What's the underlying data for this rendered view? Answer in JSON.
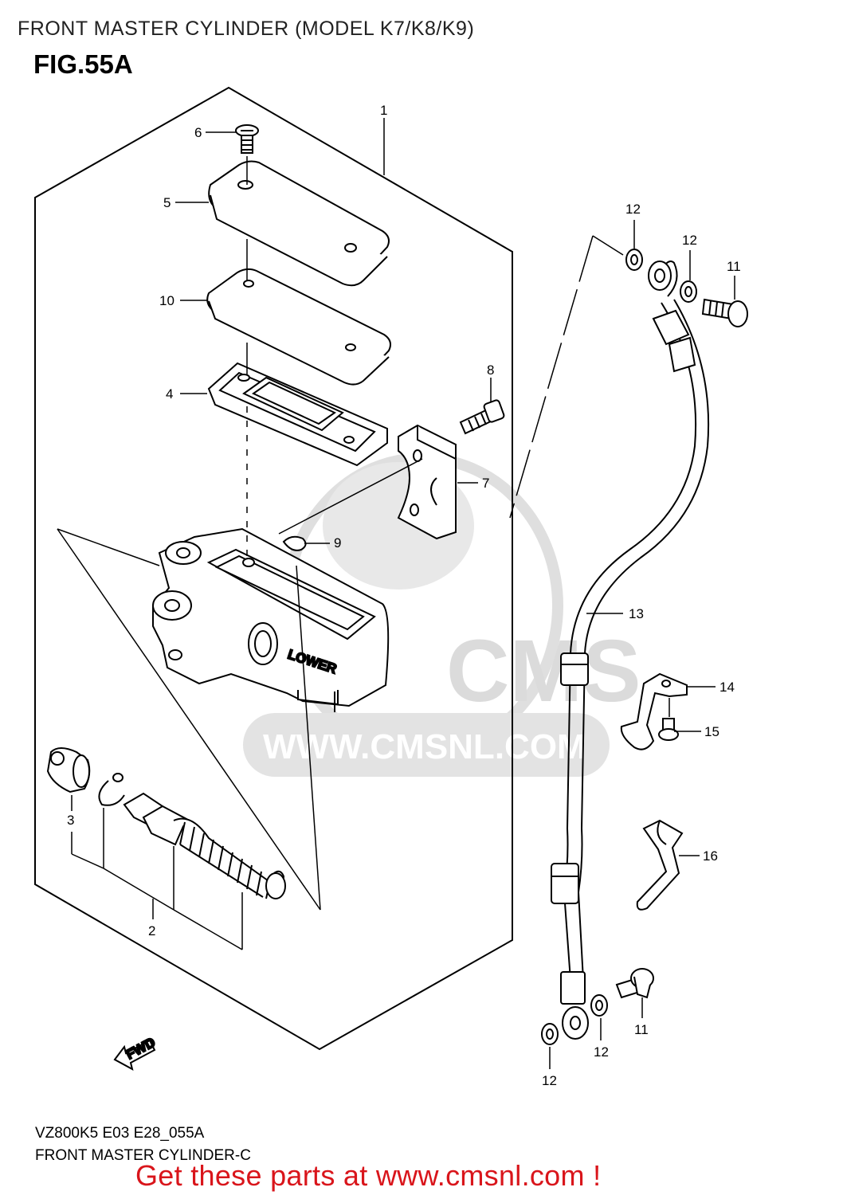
{
  "header": {
    "title": "FRONT MASTER CYLINDER (MODEL K7/K8/K9)"
  },
  "figure": {
    "label": "FIG.55A"
  },
  "watermark": {
    "logo_text": "CMS",
    "url_text": "WWW.CMSNL.COM"
  },
  "body_marking": "LOWER",
  "fwd_marking": "FWD",
  "callouts": {
    "c1": "1",
    "c2": "2",
    "c3": "3",
    "c4": "4",
    "c5": "5",
    "c6": "6",
    "c7": "7",
    "c8": "8",
    "c9": "9",
    "c10": "10",
    "c11a": "11",
    "c11b": "11",
    "c12a": "12",
    "c12b": "12",
    "c12c": "12",
    "c12d": "12",
    "c13": "13",
    "c14": "14",
    "c15": "15",
    "c16": "16"
  },
  "footer": {
    "code": "VZ800K5 E03 E28_055A",
    "name": "FRONT MASTER CYLINDER-C",
    "cta": "Get these parts at www.cmsnl.com !"
  },
  "colors": {
    "line": "#000000",
    "watermark": "#d8d8d8",
    "cta": "#d9151b"
  }
}
